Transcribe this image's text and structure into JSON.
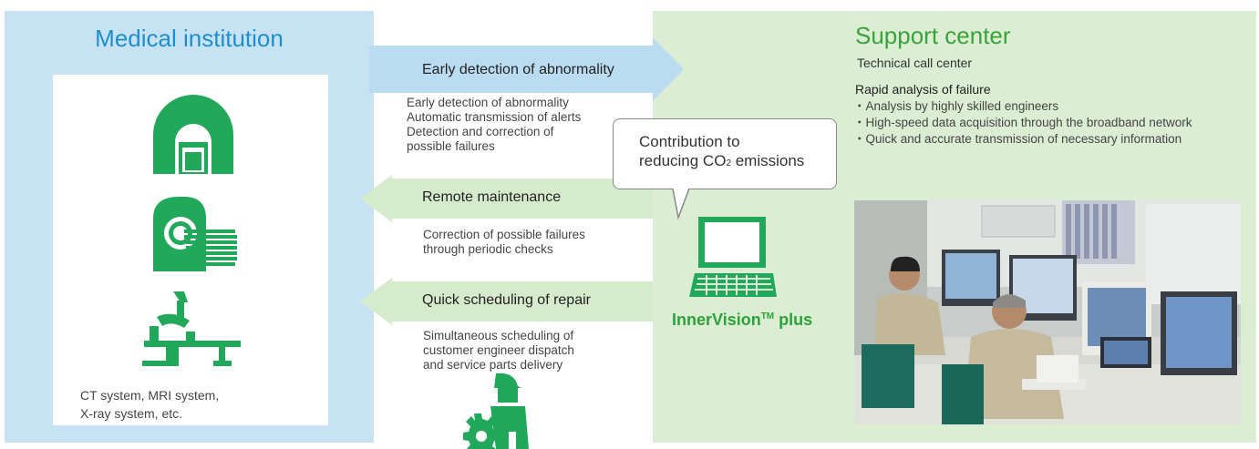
{
  "medical": {
    "title": "Medical institution",
    "equipment_caption_line1": "CT system, MRI system,",
    "equipment_caption_line2": "X-ray system, etc."
  },
  "support": {
    "title": "Support center",
    "subtitle": "Technical call center",
    "rapid_heading": "Rapid analysis of failure",
    "bullets": [
      "・Analysis by highly skilled engineers",
      "・High-speed data acquisition through the broadband network",
      "・Quick and accurate transmission of necessary information"
    ]
  },
  "flows": {
    "detection": {
      "label": "Early detection of abnormality",
      "desc": [
        "Early detection of abnormality",
        "Automatic transmission of alerts",
        "Detection and correction of",
        "possible failures"
      ]
    },
    "remote": {
      "label": "Remote maintenance",
      "desc": [
        "Correction of possible failures",
        "through periodic checks"
      ]
    },
    "repair": {
      "label": "Quick scheduling of repair",
      "desc": [
        "Simultaneous scheduling of",
        "customer engineer dispatch",
        "and service parts delivery"
      ]
    }
  },
  "bubble": {
    "line1": "Contribution to",
    "line2_pre": "reducing CO",
    "line2_sub": "2",
    "line2_post": " emissions"
  },
  "brand": {
    "name": "InnerVision",
    "tm": "TM",
    "suffix": " plus"
  },
  "colors": {
    "medical_bg": "#c7e3f3",
    "support_bg": "#dbedd2",
    "arrow_blue": "#b9dcf0",
    "arrow_green": "#d6ebcc",
    "icon_green": "#22a85a",
    "title_blue": "#1d8fcf",
    "title_green": "#3aa33a"
  },
  "icons": [
    "mri-scanner-icon",
    "ct-scanner-icon",
    "xray-system-icon",
    "laptop-icon",
    "engineer-gear-icon",
    "call-center-photo"
  ]
}
